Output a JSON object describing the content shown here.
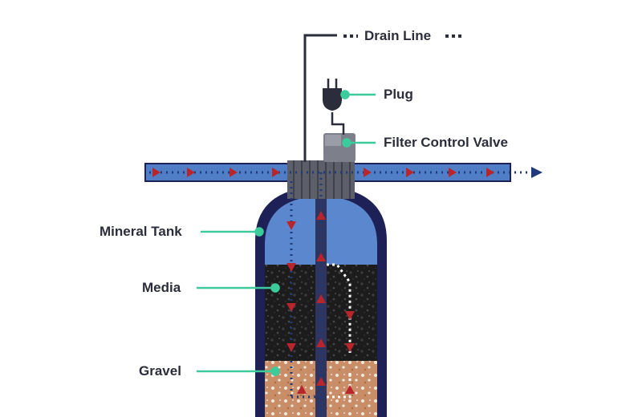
{
  "labels": {
    "drain_line": "Drain Line",
    "plug": "Plug",
    "control_valve": "Filter Control Valve",
    "mineral_tank": "Mineral Tank",
    "media": "Media",
    "gravel": "Gravel"
  },
  "colors": {
    "tank_outline": "#1e2156",
    "water": "#5b87cf",
    "pipe": "#4f7ec6",
    "valve_head": "#5c5f6a",
    "media": "#1c1c1c",
    "gravel": "#c98d68",
    "arrow": "#b8262b",
    "pointer": "#3ccb9b",
    "label_text": "#2b2d3a"
  }
}
